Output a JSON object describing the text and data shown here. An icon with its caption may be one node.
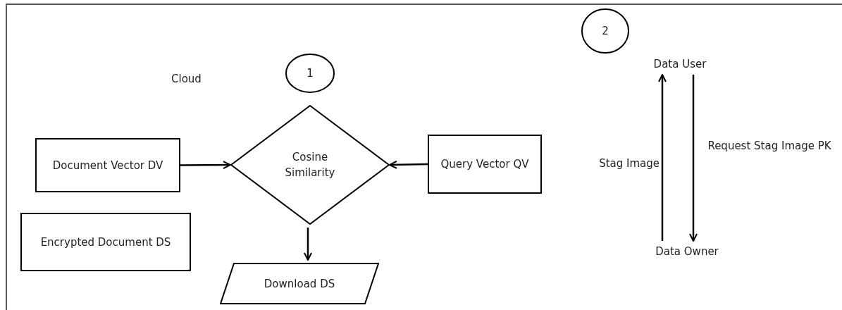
{
  "diagram": {
    "nodes": [
      {
        "text": [
          "1"
        ]
      },
      {
        "text": [
          "Document Vector DV"
        ]
      },
      {
        "text": [
          "Cosine Similarity"
        ]
      },
      {
        "text": [
          "Query Vector QV"
        ]
      },
      {
        "text": [
          "Encrypted Document DS"
        ]
      },
      {
        "text": [
          "Download DS"
        ]
      },
      {
        "text": [
          "2"
        ]
      },
      {
        "text": [
          "Data User"
        ]
      },
      {
        "text": [
          "Data Owner"
        ]
      }
    ],
    "edges": [
      {
        "from": 1,
        "to": 2,
        "arrow": "to"
      },
      {
        "from": 3,
        "to": 2,
        "arrow": "to"
      },
      {
        "from": 2,
        "to": 5,
        "arrow": "to"
      },
      {
        "from": 8,
        "to": 7,
        "arrow": "to",
        "label": "Stag Image"
      },
      {
        "from": 7,
        "to": 8,
        "arrow": "to",
        "label": "Request Stag Image PK"
      }
    ],
    "labels": [
      "Cloud"
    ]
  }
}
